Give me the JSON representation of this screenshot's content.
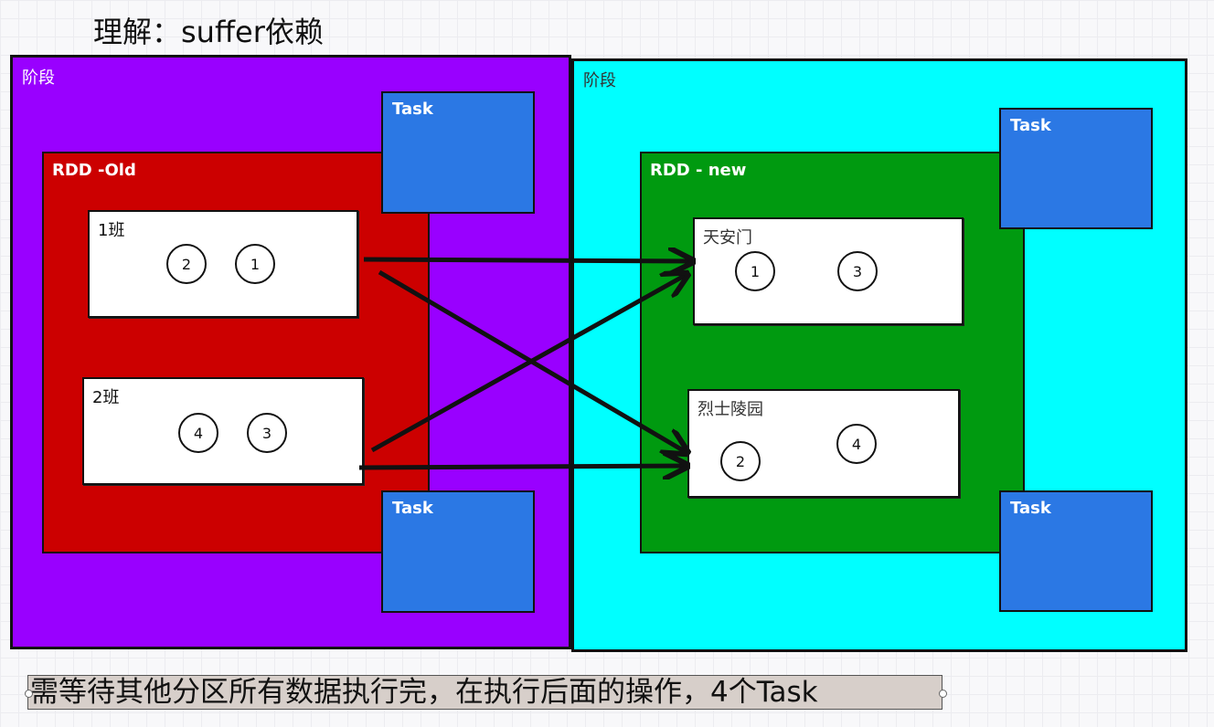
{
  "title": "理解：suffer依赖",
  "stages": {
    "left": {
      "label": "阶段",
      "color": "#9900ff"
    },
    "right": {
      "label": "阶段",
      "color": "#00ffff"
    }
  },
  "rdds": {
    "old": {
      "label": "RDD -Old",
      "color": "#cc0000"
    },
    "new": {
      "label": "RDD - new",
      "color": "#009a10"
    }
  },
  "tasks": {
    "label": "Task",
    "color": "#2b78e4"
  },
  "partitions": {
    "old": [
      {
        "label": "1班",
        "items": [
          "2",
          "1"
        ]
      },
      {
        "label": "2班",
        "items": [
          "4",
          "3"
        ]
      }
    ],
    "new": [
      {
        "label": "天安门",
        "items": [
          "1",
          "3"
        ]
      },
      {
        "label": "烈士陵园",
        "items": [
          "2",
          "4"
        ]
      }
    ]
  },
  "note": "需等待其他分区所有数据执行完，在执行后面的操作，4个Task"
}
